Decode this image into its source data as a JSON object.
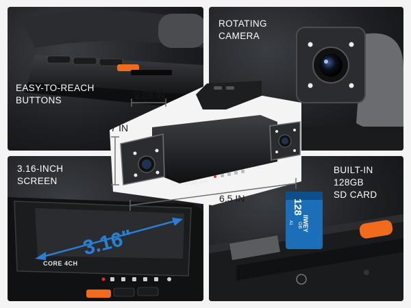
{
  "panels": {
    "buttons": {
      "title_line1": "EASY-TO-REACH",
      "title_line2": "BUTTONS"
    },
    "camera": {
      "title_line1": "ROTATING",
      "title_line2": "CAMERA"
    },
    "screen": {
      "title_line1": "3.16-INCH",
      "title_line2": "SCREEN",
      "size_callout": "3.16\"",
      "brand": "CORE 4CH"
    },
    "sdcard": {
      "title_line1": "BUILT-IN",
      "title_line2": "128GB",
      "title_line3": "SD CARD",
      "card_brand": "IIWEY",
      "card_capacity": "128",
      "card_unit": "GB",
      "card_class": "A1"
    }
  },
  "device": {
    "brand": "CORE 4CH",
    "width_label": "2.28 IN",
    "height_label": "1.97 IN",
    "length_label": "6.5 IN"
  },
  "colors": {
    "accent_orange": "#f26a1b",
    "callout_blue": "#2a7fd4",
    "card_blue": "#1b6fb8"
  }
}
